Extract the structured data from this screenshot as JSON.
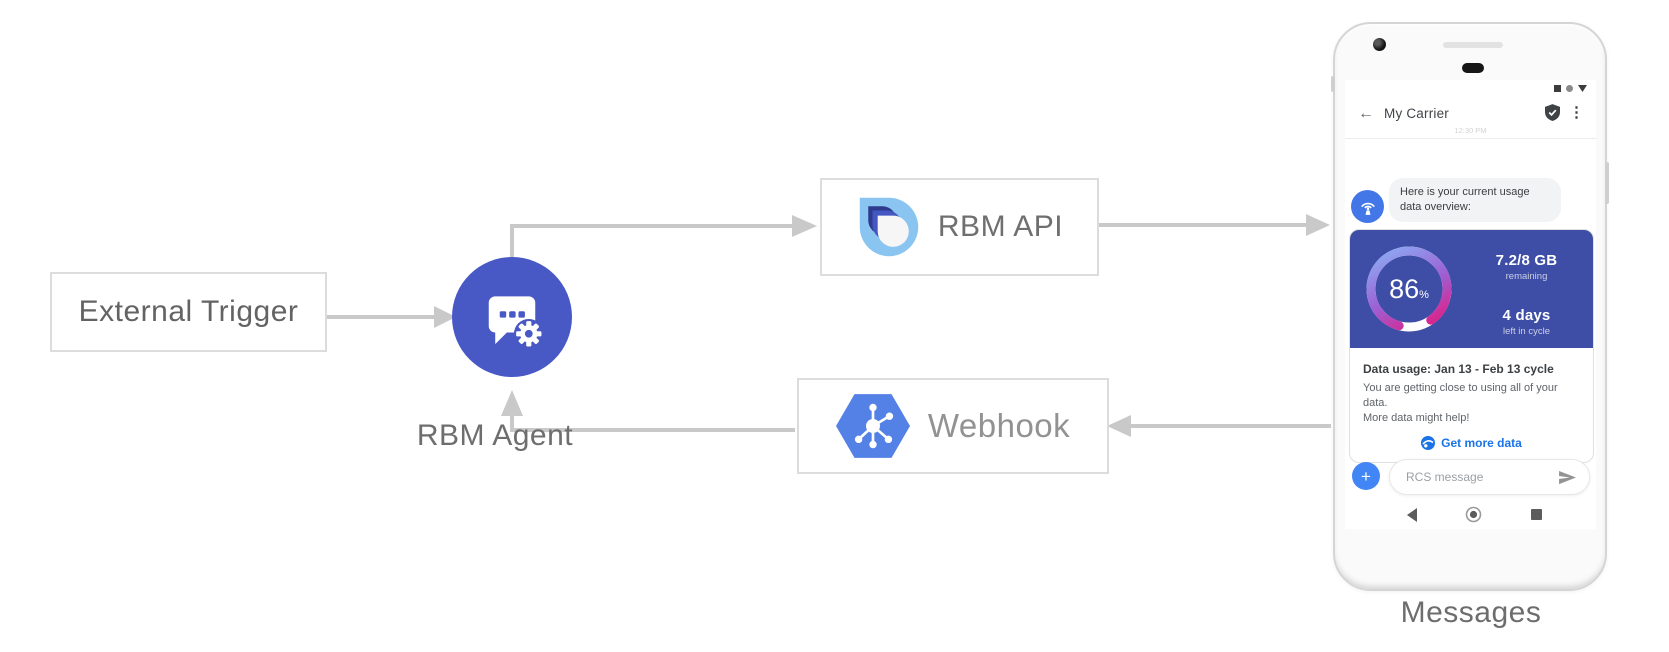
{
  "diagram": {
    "nodes": {
      "external_trigger": {
        "label": "External Trigger"
      },
      "rbm_agent": {
        "label": "RBM Agent"
      },
      "rbm_api": {
        "label": "RBM API"
      },
      "webhook": {
        "label": "Webhook"
      }
    },
    "phone_caption": "Messages",
    "flow": [
      "External Trigger -> RBM Agent",
      "RBM Agent -> RBM API",
      "RBM API -> Phone (Messages)",
      "Phone (Messages) -> Webhook",
      "Webhook -> RBM Agent"
    ]
  },
  "phone": {
    "header": {
      "back_glyph": "←",
      "title": "My Carrier",
      "menu_glyph": "⋮"
    },
    "timestamp": "12:30 PM",
    "message_bubble": {
      "line1": "Here is your current usage",
      "line2": "data overview:"
    },
    "usage_card": {
      "gauge": {
        "percent": 86,
        "percent_text": "86",
        "percent_symbol": "%"
      },
      "remaining_value": "7.2/8 GB",
      "remaining_label": "remaining",
      "cycle_value": "4 days",
      "cycle_label": "left in cycle",
      "title": "Data usage: Jan 13 - Feb 13 cycle",
      "body_line1": "You are getting close to using all of your data.",
      "body_line2": "More data might help!",
      "cta_label": "Get more data"
    },
    "composer": {
      "placeholder": "RCS message",
      "plus_glyph": "+"
    }
  },
  "colors": {
    "agent_circle_blue": "#4858c5",
    "usage_card_navy": "#3e4da5",
    "gauge_gradient_start": "#8ab4f8",
    "gauge_gradient_mid": "#9d5fd3",
    "gauge_gradient_end": "#e6187f",
    "link_blue": "#1a73e8",
    "action_blue": "#4285f4",
    "avatar_blue": "#4377e8",
    "webhook_hexagon_blue": "#5481e6",
    "rbm_logo_lightblue": "#8ac4f1",
    "arrow_gray": "#c9c9c9"
  }
}
